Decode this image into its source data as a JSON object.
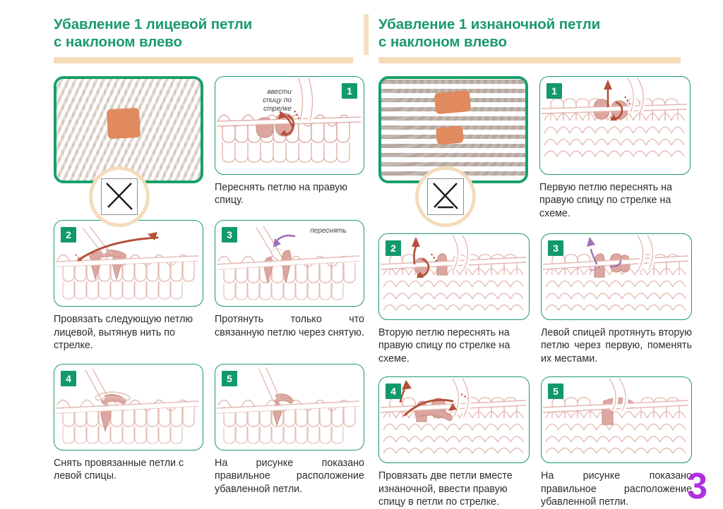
{
  "page": {
    "number": "3",
    "accent_green": "#12996b",
    "accent_beige": "#f6dcba",
    "page_number_color": "#b02fe0",
    "diagram_line_color": "#dba9a2",
    "highlight_color": "#d99a92",
    "arrow_color": "#b5503a"
  },
  "columns": [
    {
      "id": "knit-decrease-left-leaning",
      "title": "Убавление 1 лицевой петли\nс наклоном влево",
      "photo": {
        "name": "knit-swatch-photo",
        "stitch_type": "knit",
        "highlight_color": "#e08a5e"
      },
      "symbol": {
        "name": "chart-symbol-left-leaning-decrease",
        "shape": "two-diagonals"
      },
      "steps": [
        {
          "number": "1",
          "num_position": "right",
          "annotation": "ввести\nспицу по\nстрелке",
          "caption": "Переснять петлю на правую спицу."
        },
        {
          "number": "2",
          "num_position": "left",
          "annotation": "",
          "caption": "Провязать следующую петлю лицевой, вытянув нить по стрелке."
        },
        {
          "number": "3",
          "num_position": "left",
          "annotation": "переснять",
          "caption": "Протянуть только что связанную петлю через снятую."
        },
        {
          "number": "4",
          "num_position": "left",
          "annotation": "",
          "caption": "Снять провязанные петли с левой спицы."
        },
        {
          "number": "5",
          "num_position": "left",
          "annotation": "",
          "caption": "На рисунке показано правильное расположение убавленной петли."
        }
      ]
    },
    {
      "id": "purl-decrease-left-leaning",
      "title": "Убавление 1 изнаночной петли\nс наклоном влево",
      "photo": {
        "name": "purl-swatch-photo",
        "stitch_type": "purl",
        "highlight_color": "#e08a5e"
      },
      "symbol": {
        "name": "chart-symbol-left-leaning-purl-decrease",
        "shape": "two-diagonals-with-bar"
      },
      "steps": [
        {
          "number": "1",
          "num_position": "left",
          "annotation": "",
          "caption": "Первую петлю переснять на правую спицу по стрелке на схеме."
        },
        {
          "number": "2",
          "num_position": "left",
          "annotation": "",
          "caption": "Вторую петлю переснять на правую спицу по стрелке на схеме."
        },
        {
          "number": "3",
          "num_position": "left",
          "annotation": "",
          "caption": "Левой спицей протянуть вторую петлю через первую, поменять их местами."
        },
        {
          "number": "4",
          "num_position": "left",
          "annotation": "",
          "caption": "Провязать две петли вместе изнаночной, ввести правую спицу в петли по стрелке."
        },
        {
          "number": "5",
          "num_position": "left",
          "annotation": "",
          "caption": "На рисунке показано правильное расположение убавленной петли."
        }
      ]
    }
  ]
}
